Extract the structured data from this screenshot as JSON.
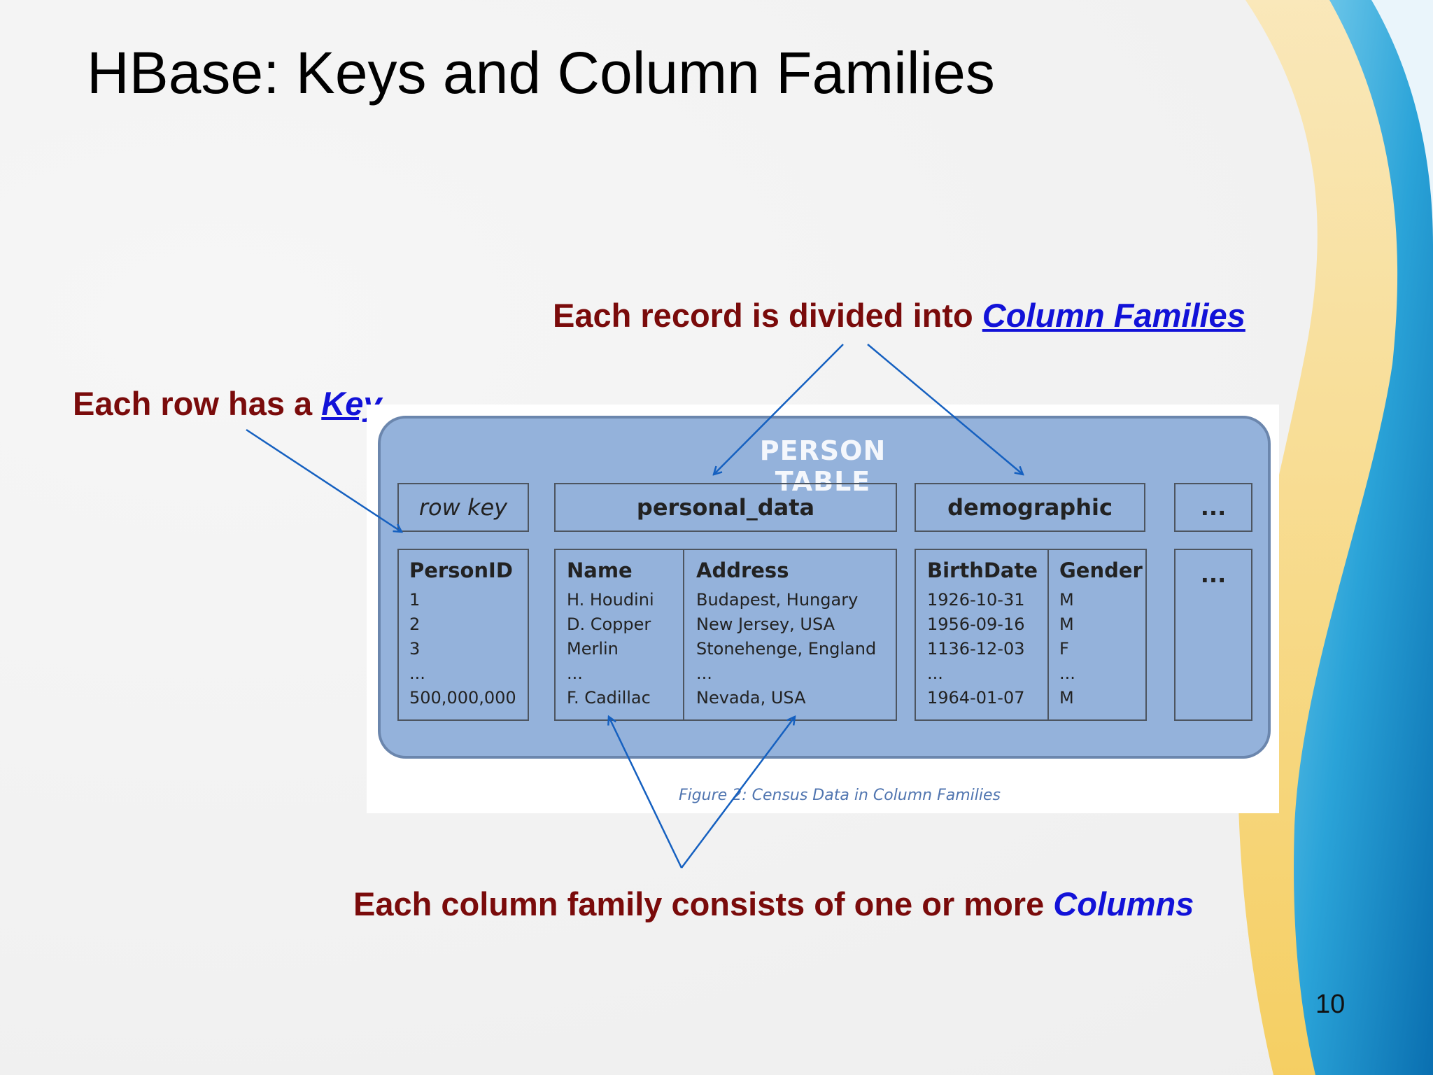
{
  "slide": {
    "title": "HBase: Keys and Column Families",
    "page_number": "10"
  },
  "callouts": {
    "key": {
      "prefix": "Each row has a ",
      "highlight": "Key"
    },
    "families": {
      "prefix": "Each record is divided into ",
      "highlight": "Column Families"
    },
    "columns": {
      "prefix": "Each column family consists of one or more ",
      "highlight": "Columns"
    }
  },
  "figure": {
    "table_title": "PERSON TABLE",
    "headers": {
      "row_key": "row key",
      "personal_data": "personal_data",
      "demographic": "demographic",
      "more": "..."
    },
    "columns": [
      {
        "header": "PersonID",
        "values": [
          "1",
          "2",
          "3",
          "...",
          "500,000,000"
        ]
      },
      {
        "header": "Name",
        "values": [
          "H. Houdini",
          "D. Copper",
          "Merlin",
          "...",
          "F. Cadillac"
        ]
      },
      {
        "header": "Address",
        "values": [
          "Budapest, Hungary",
          "New Jersey, USA",
          "Stonehenge, England",
          "...",
          "Nevada, USA"
        ]
      },
      {
        "header": "BirthDate",
        "values": [
          "1926-10-31",
          "1956-09-16",
          "1136-12-03",
          "...",
          "1964-01-07"
        ]
      },
      {
        "header": "Gender",
        "values": [
          "M",
          "M",
          "F",
          "...",
          "M"
        ]
      }
    ],
    "more_cell": "...",
    "caption": "Figure 2: Census Data in Column Families"
  },
  "colors": {
    "callout_text": "#7a0b0b",
    "highlight_text": "#1212d8",
    "table_fill": "#94b2db",
    "arrow": "#1560c0"
  }
}
